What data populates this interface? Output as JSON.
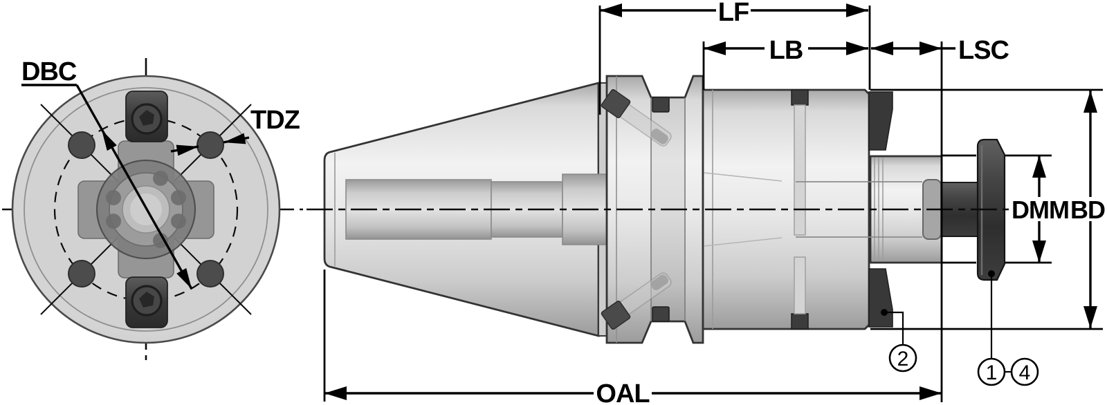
{
  "dimensions": {
    "lf": "LF",
    "lb": "LB",
    "lsc": "LSC",
    "oal": "OAL",
    "dmm": "DMM",
    "bd": "BD",
    "dbc": "DBC",
    "tdz": "TDZ"
  },
  "callouts": {
    "item1": "1",
    "item2": "2",
    "item4": "4"
  },
  "colors": {
    "line": "#000000",
    "background": "#ffffff",
    "dark_component": "#3a3a3a",
    "metal_light": "#f2f2f2",
    "metal_shadow": "#9e9e9e"
  }
}
